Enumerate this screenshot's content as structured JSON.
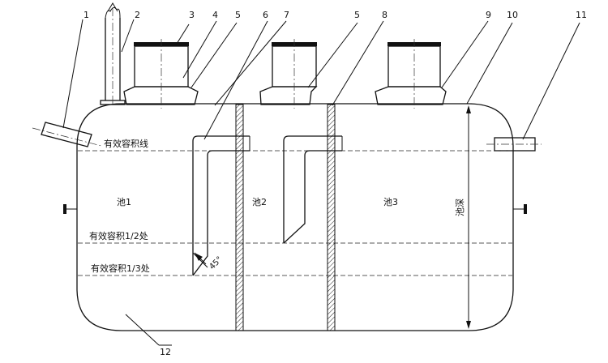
{
  "callouts": {
    "c1": "1",
    "c2": "2",
    "c3": "3",
    "c4": "4",
    "c5a": "5",
    "c6": "6",
    "c7": "7",
    "c5b": "5",
    "c8": "8",
    "c9": "9",
    "c10": "10",
    "c11": "11",
    "c12": "12"
  },
  "labels": {
    "effective_volume_line": "有效容积线",
    "half_volume": "有效容积1/2处",
    "third_volume": "有效容积1/3处",
    "tank1": "池1",
    "tank2": "池2",
    "tank3": "池3",
    "depth": "池深",
    "angle": "45°"
  },
  "colors": {
    "line": "#111111",
    "hatch": "#222222",
    "cap": "#111111",
    "background": "#ffffff"
  }
}
